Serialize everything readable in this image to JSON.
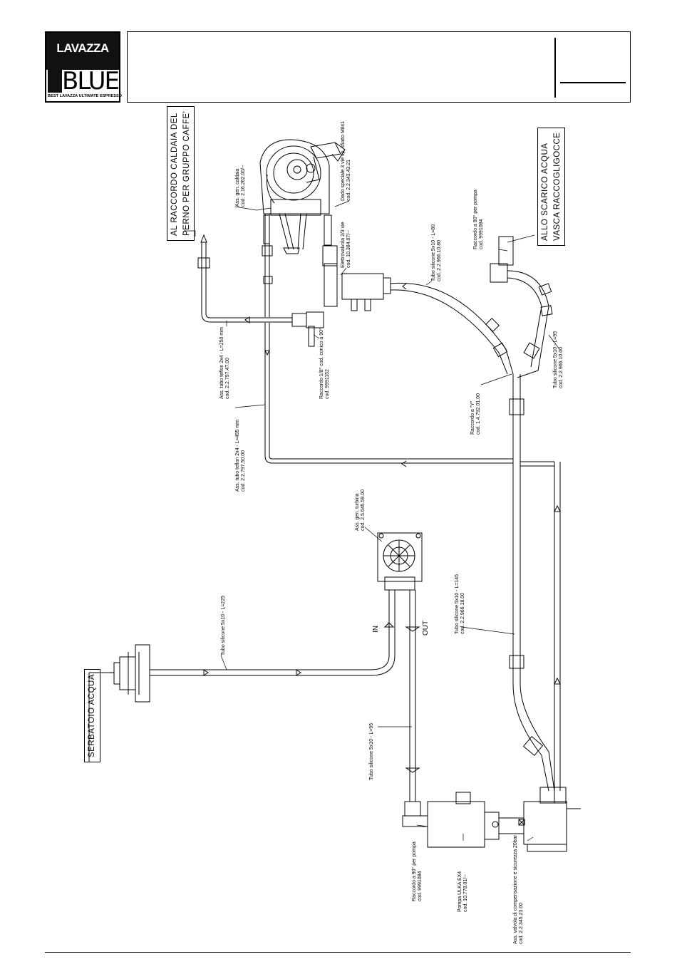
{
  "logo": {
    "line1": "LAVAZZA",
    "line2": "BLUE",
    "tagline": "BEST LAVAZZA ULTIMATE ESPRESSO"
  },
  "destinations": {
    "boiler_line1": "AL RACCORDO CALDAIA DEL",
    "boiler_line2": "PERNO PER GRUPPO CAFFE'",
    "drain_line1": "ALLO SCARICO ACQUA",
    "drain_line2": "VASCA RACCOGLIGOCCE",
    "tank": "SERBATOIO ACQUA"
  },
  "flow": {
    "in": "IN",
    "out": "OUT"
  },
  "parts": {
    "coffee_group": {
      "name": "Ass. gen. caldaia",
      "code": "cod. 2.16.262.00/--"
    },
    "double_nozzle": {
      "name": "Dado speciale 3 vie sp. sfiatto M8x1",
      "code": "cod. 2.2.343.43.21"
    },
    "solenoid_valve": {
      "name": "Elettrovalvola 2/3 vie",
      "code": "cod. 10.384.07/--"
    },
    "silicone_tube_top": {
      "name": "Tubo silicone 5x10 - L=80",
      "code": "cod. 2.2.966.10.80"
    },
    "drain_elbow": {
      "name": "Raccordo a 90° per pompa",
      "code": "cod. 9991084"
    },
    "teflon_tube_1": {
      "name": "Ass. tubo teflon 2x4 - L=250 mm",
      "code": "cod. 2.2.797.47.00"
    },
    "fitting_elbow_cone": {
      "name": "Raccordo 1/8\" cod. conico a 90°",
      "code": "cod. 9991152"
    },
    "teflon_tube_2": {
      "name": "Ass. tubo teflon 2x4 - L=495 mm",
      "code": "cod. 2.2.797.50.00"
    },
    "y_fitting": {
      "name": "Raccordo a \"Y\"",
      "code": "cod. 1.4.792.01.00"
    },
    "silicone_tube_y": {
      "name": "Tubo silicone 5x10 - L=95",
      "code": "cod. 2.2.966.10.00"
    },
    "flowmeter": {
      "name": "Ass. gen. turbina",
      "code": "cod. 2.5.645.59.00"
    },
    "silicone_tube_225": {
      "name": "Tubo silicone 5x10 - L=225",
      "code": ""
    },
    "silicone_tube_145": {
      "name": "Tubo silicone 5x10 - L=145",
      "code": "cod. 2.2.966.18.00"
    },
    "silicone_tube_out": {
      "name": "Tubo silicone 5x10 - L=95",
      "code": ""
    },
    "pump_elbow": {
      "name": "Raccordo a 90° per pompa",
      "code": "cod. 9991084"
    },
    "pump": {
      "name": "Pompa ULKA EX4",
      "code": "cod. 10.778.01/--"
    },
    "relief_valve": {
      "name": "Ass. valvola di compensazione e sicurezza 20bar",
      "code": "cod. 2.2.345.23.00"
    }
  }
}
